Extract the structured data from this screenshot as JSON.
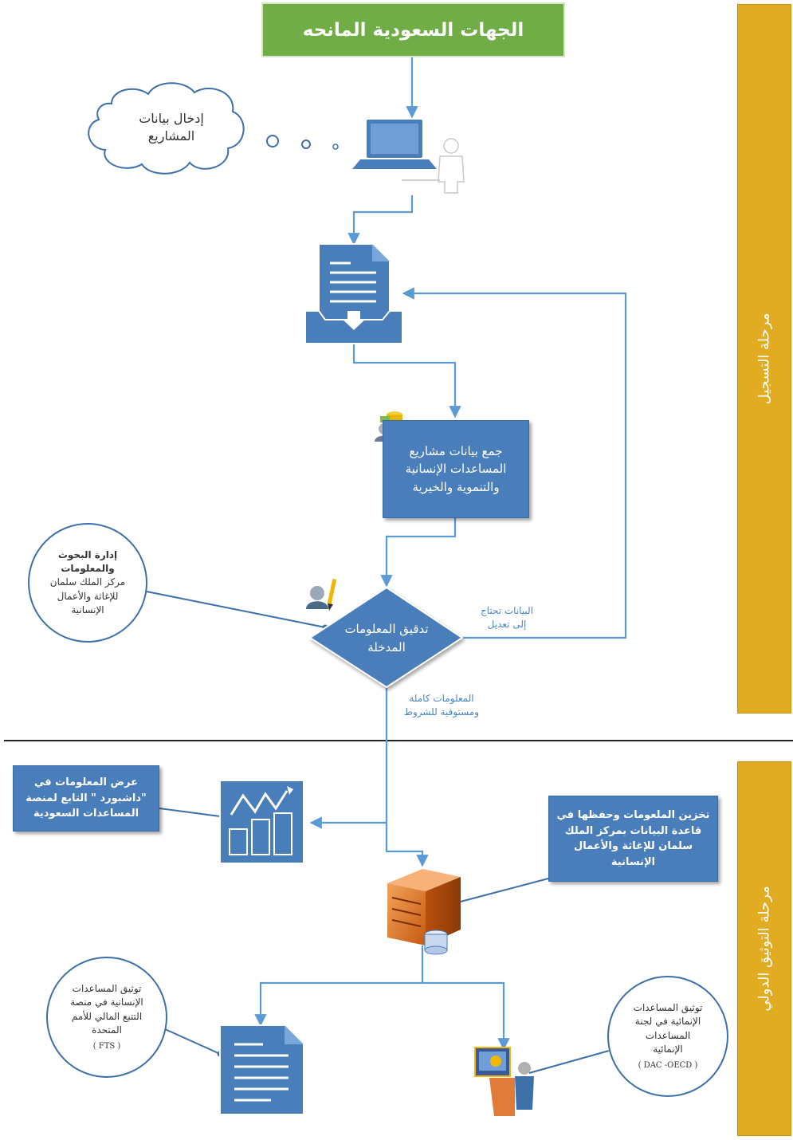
{
  "title": "الجهات السعودية المانحه",
  "cloud_text": [
    "إدخال بيانات",
    "المشاريع"
  ],
  "phases": {
    "registration": "مرحلة التسجيل",
    "international": "مرحلة التوثيق الدولي"
  },
  "process_collect": [
    "جمع بيانات مشاريع",
    "المساعدات الإنسانية",
    "والتنموية والخيرية"
  ],
  "decision": [
    "تدقيق المعلومات",
    "المدخلة"
  ],
  "research_circle": {
    "bold": [
      "إدارة البحوث",
      "والمعلومات"
    ],
    "normal": [
      "مركز الملك سلمان",
      "للإغاثة والأعمال",
      "الإنسانية"
    ]
  },
  "note_edit": [
    "البيانات تحتاج",
    "إلى تعديل"
  ],
  "note_complete": [
    "المعلومات كاملة",
    "ومستوفية للشروط"
  ],
  "dashboard_box": [
    "عرض المعلومات في",
    "\"داشبورد \" التابع لمنصة",
    "المساعدات السعودية"
  ],
  "storage_box": [
    "تخزين الملعومات وحفظها في",
    "قاعدة البيانات بمركز الملك",
    "سلمان للإغاثة والأعمال",
    "الإنسانية"
  ],
  "fts_circle": {
    "lines": [
      "توثيق المساعدات",
      "الإنسانية في منصة",
      "التتبع المالي للأمم",
      "المتحدة"
    ],
    "code": "( FTS )"
  },
  "oecd_circle": {
    "lines": [
      "توثيق المساعدات",
      "الإنمائية في لجنة",
      "المساعدات",
      "الإنمائية"
    ],
    "code": "( DAC -OECD )"
  },
  "colors": {
    "accent_blue": "#4a7ebb",
    "phase_gold": "#e1ab22",
    "title_green": "#70ad47",
    "line_blue": "#5b9bd5"
  }
}
